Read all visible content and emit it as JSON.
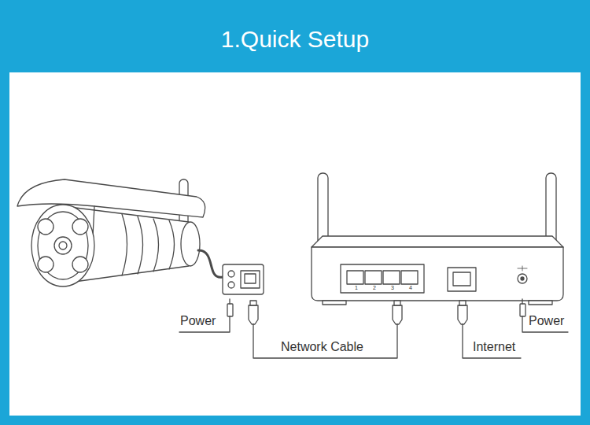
{
  "diagram": {
    "title": "1.Quick Setup",
    "labels": [
      "Power",
      "Network Cable",
      "Internet",
      "Power",
      "1",
      "2",
      "3",
      "4"
    ]
  }
}
